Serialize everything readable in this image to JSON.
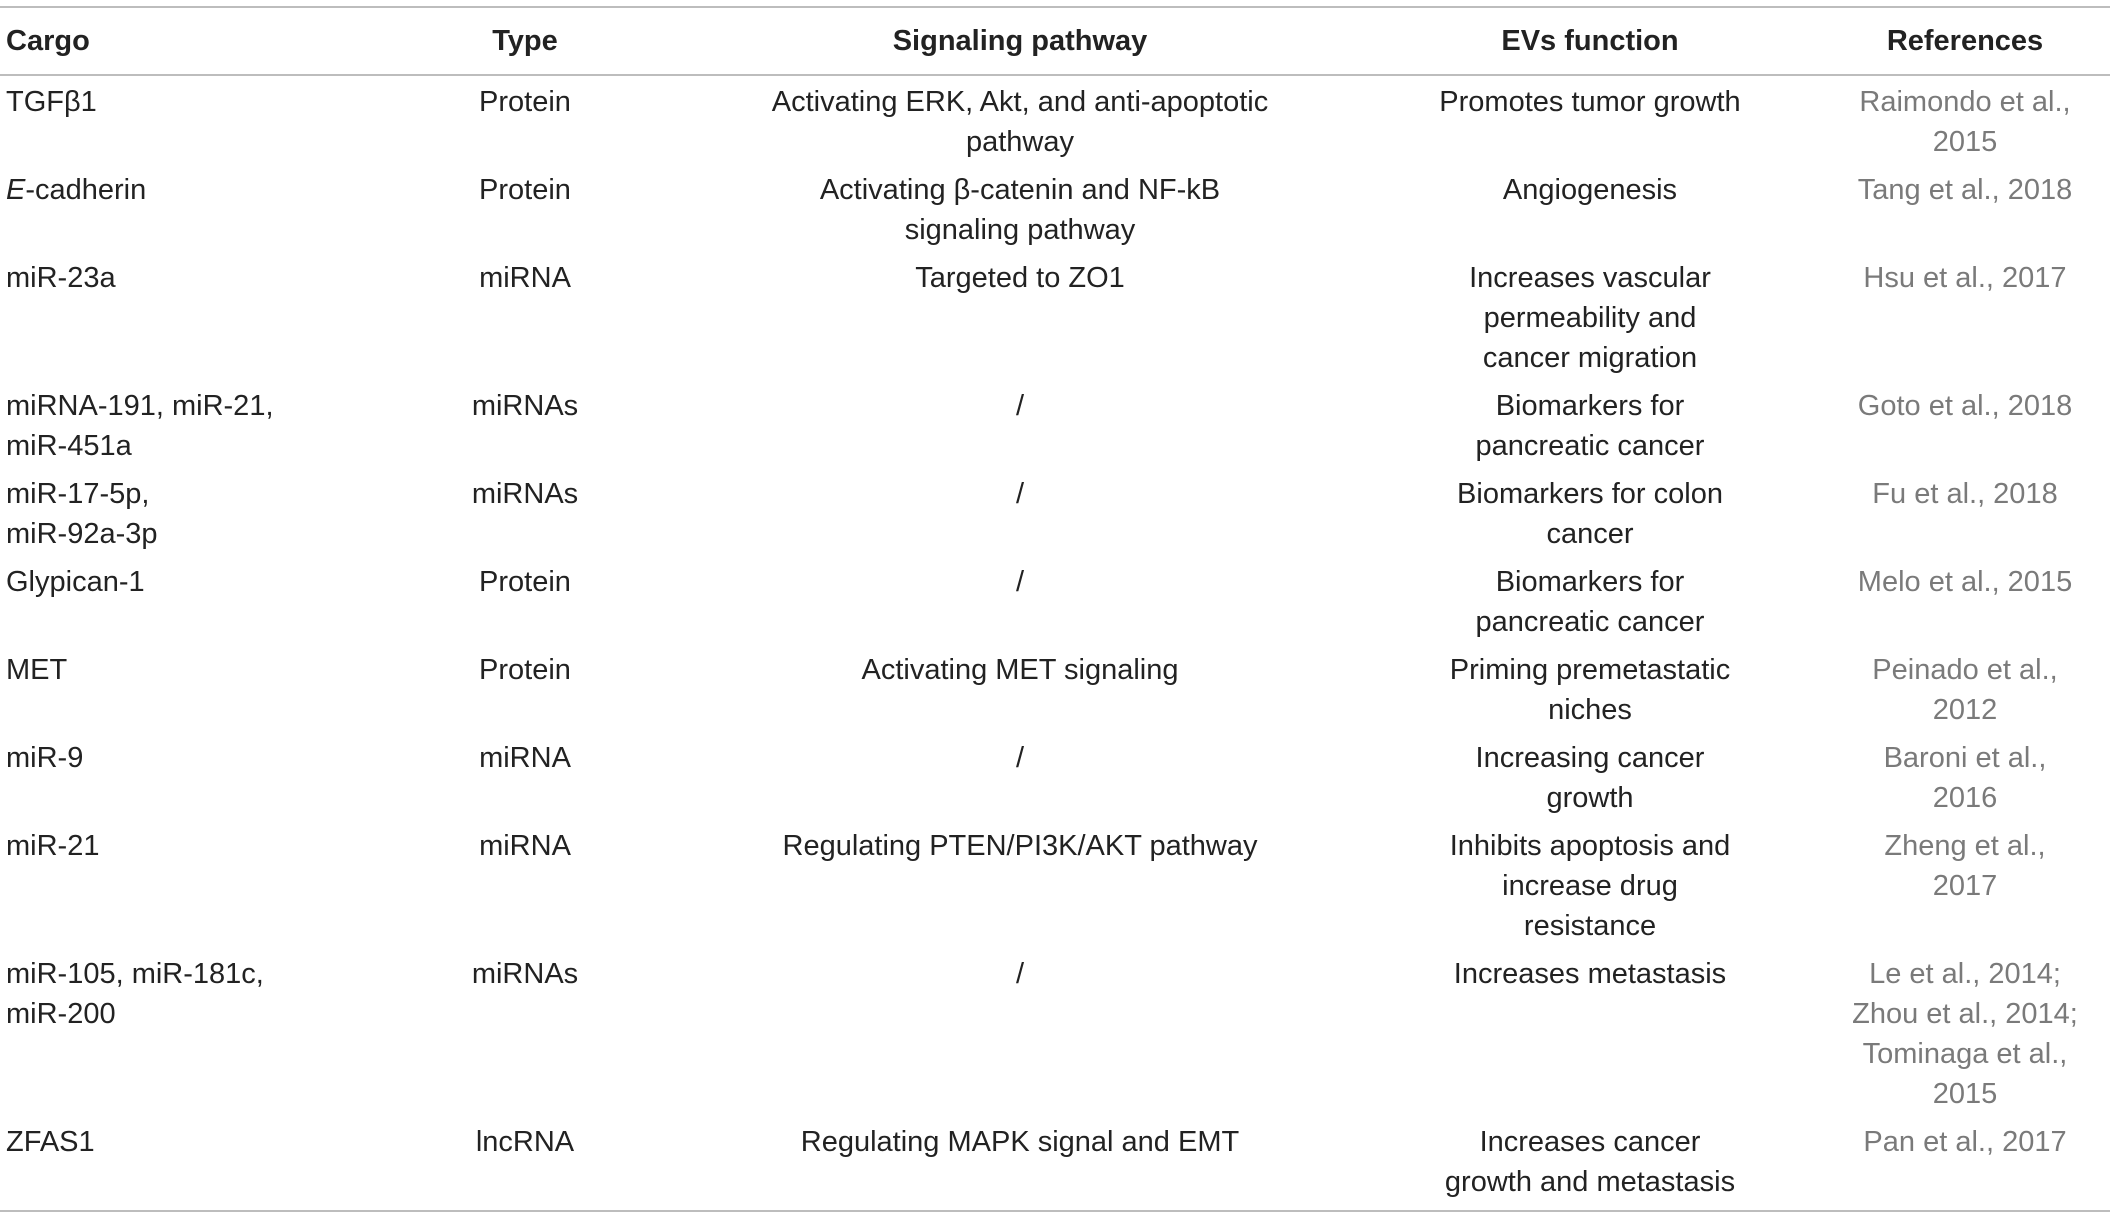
{
  "headers": {
    "cargo": "Cargo",
    "type": "Type",
    "pathway": "Signaling pathway",
    "function": "EVs function",
    "references": "References"
  },
  "rows": [
    {
      "cargo_prefix": "",
      "cargo": "TGFβ1",
      "type": "Protein",
      "pathway": [
        "Activating ERK, Akt, and anti-apoptotic",
        "pathway"
      ],
      "function": [
        "Promotes tumor growth"
      ],
      "references": [
        "Raimondo et al.,",
        "2015"
      ]
    },
    {
      "cargo_prefix": "E",
      "cargo": "-cadherin",
      "type": "Protein",
      "pathway": [
        "Activating β-catenin and NF-kB",
        "signaling pathway"
      ],
      "function": [
        "Angiogenesis"
      ],
      "references": [
        "Tang et al., 2018"
      ]
    },
    {
      "cargo_prefix": "",
      "cargo": "miR-23a",
      "type": "miRNA",
      "pathway": [
        "Targeted to ZO1"
      ],
      "function": [
        "Increases vascular",
        "permeability and",
        "cancer migration"
      ],
      "references": [
        "Hsu et al., 2017"
      ]
    },
    {
      "cargo_prefix": "",
      "cargo": "miRNA-191, miR-21, miR-451a",
      "cargo_lines": [
        "miRNA-191, miR-21,",
        "miR-451a"
      ],
      "type": "miRNAs",
      "pathway": [
        "/"
      ],
      "function": [
        "Biomarkers for",
        "pancreatic cancer"
      ],
      "references": [
        "Goto et al., 2018"
      ]
    },
    {
      "cargo_prefix": "",
      "cargo": "miR-17-5p, miR-92a-3p",
      "cargo_lines": [
        "miR-17-5p,",
        "miR-92a-3p"
      ],
      "type": "miRNAs",
      "pathway": [
        "/"
      ],
      "function": [
        "Biomarkers for colon",
        "cancer"
      ],
      "references": [
        "Fu et al., 2018"
      ]
    },
    {
      "cargo_prefix": "",
      "cargo": "Glypican-1",
      "type": "Protein",
      "pathway": [
        "/"
      ],
      "function": [
        "Biomarkers for",
        "pancreatic cancer"
      ],
      "references": [
        "Melo et al., 2015"
      ]
    },
    {
      "cargo_prefix": "",
      "cargo": "MET",
      "type": "Protein",
      "pathway": [
        "Activating MET signaling"
      ],
      "function": [
        "Priming premetastatic",
        "niches"
      ],
      "references": [
        "Peinado et al.,",
        "2012"
      ]
    },
    {
      "cargo_prefix": "",
      "cargo": "miR-9",
      "type": "miRNA",
      "pathway": [
        "/"
      ],
      "function": [
        "Increasing cancer",
        "growth"
      ],
      "references": [
        "Baroni et al.,",
        "2016"
      ]
    },
    {
      "cargo_prefix": "",
      "cargo": "miR-21",
      "type": "miRNA",
      "pathway": [
        "Regulating PTEN/PI3K/AKT pathway"
      ],
      "function": [
        "Inhibits apoptosis and",
        "increase drug",
        "resistance"
      ],
      "references": [
        "Zheng et al.,",
        "2017"
      ]
    },
    {
      "cargo_prefix": "",
      "cargo": "miR-105, miR-181c, miR-200",
      "cargo_lines": [
        "miR-105, miR-181c,",
        "miR-200"
      ],
      "type": "miRNAs",
      "pathway": [
        "/"
      ],
      "function": [
        "Increases metastasis"
      ],
      "references": [
        "Le et al., 2014;",
        "Zhou et al., 2014;",
        "Tominaga et al.,",
        "2015"
      ]
    },
    {
      "cargo_prefix": "",
      "cargo": "ZFAS1",
      "type": "lncRNA",
      "pathway": [
        "Regulating MAPK signal and EMT"
      ],
      "function": [
        "Increases cancer",
        "growth and metastasis"
      ],
      "references": [
        "Pan et al., 2017"
      ]
    }
  ]
}
